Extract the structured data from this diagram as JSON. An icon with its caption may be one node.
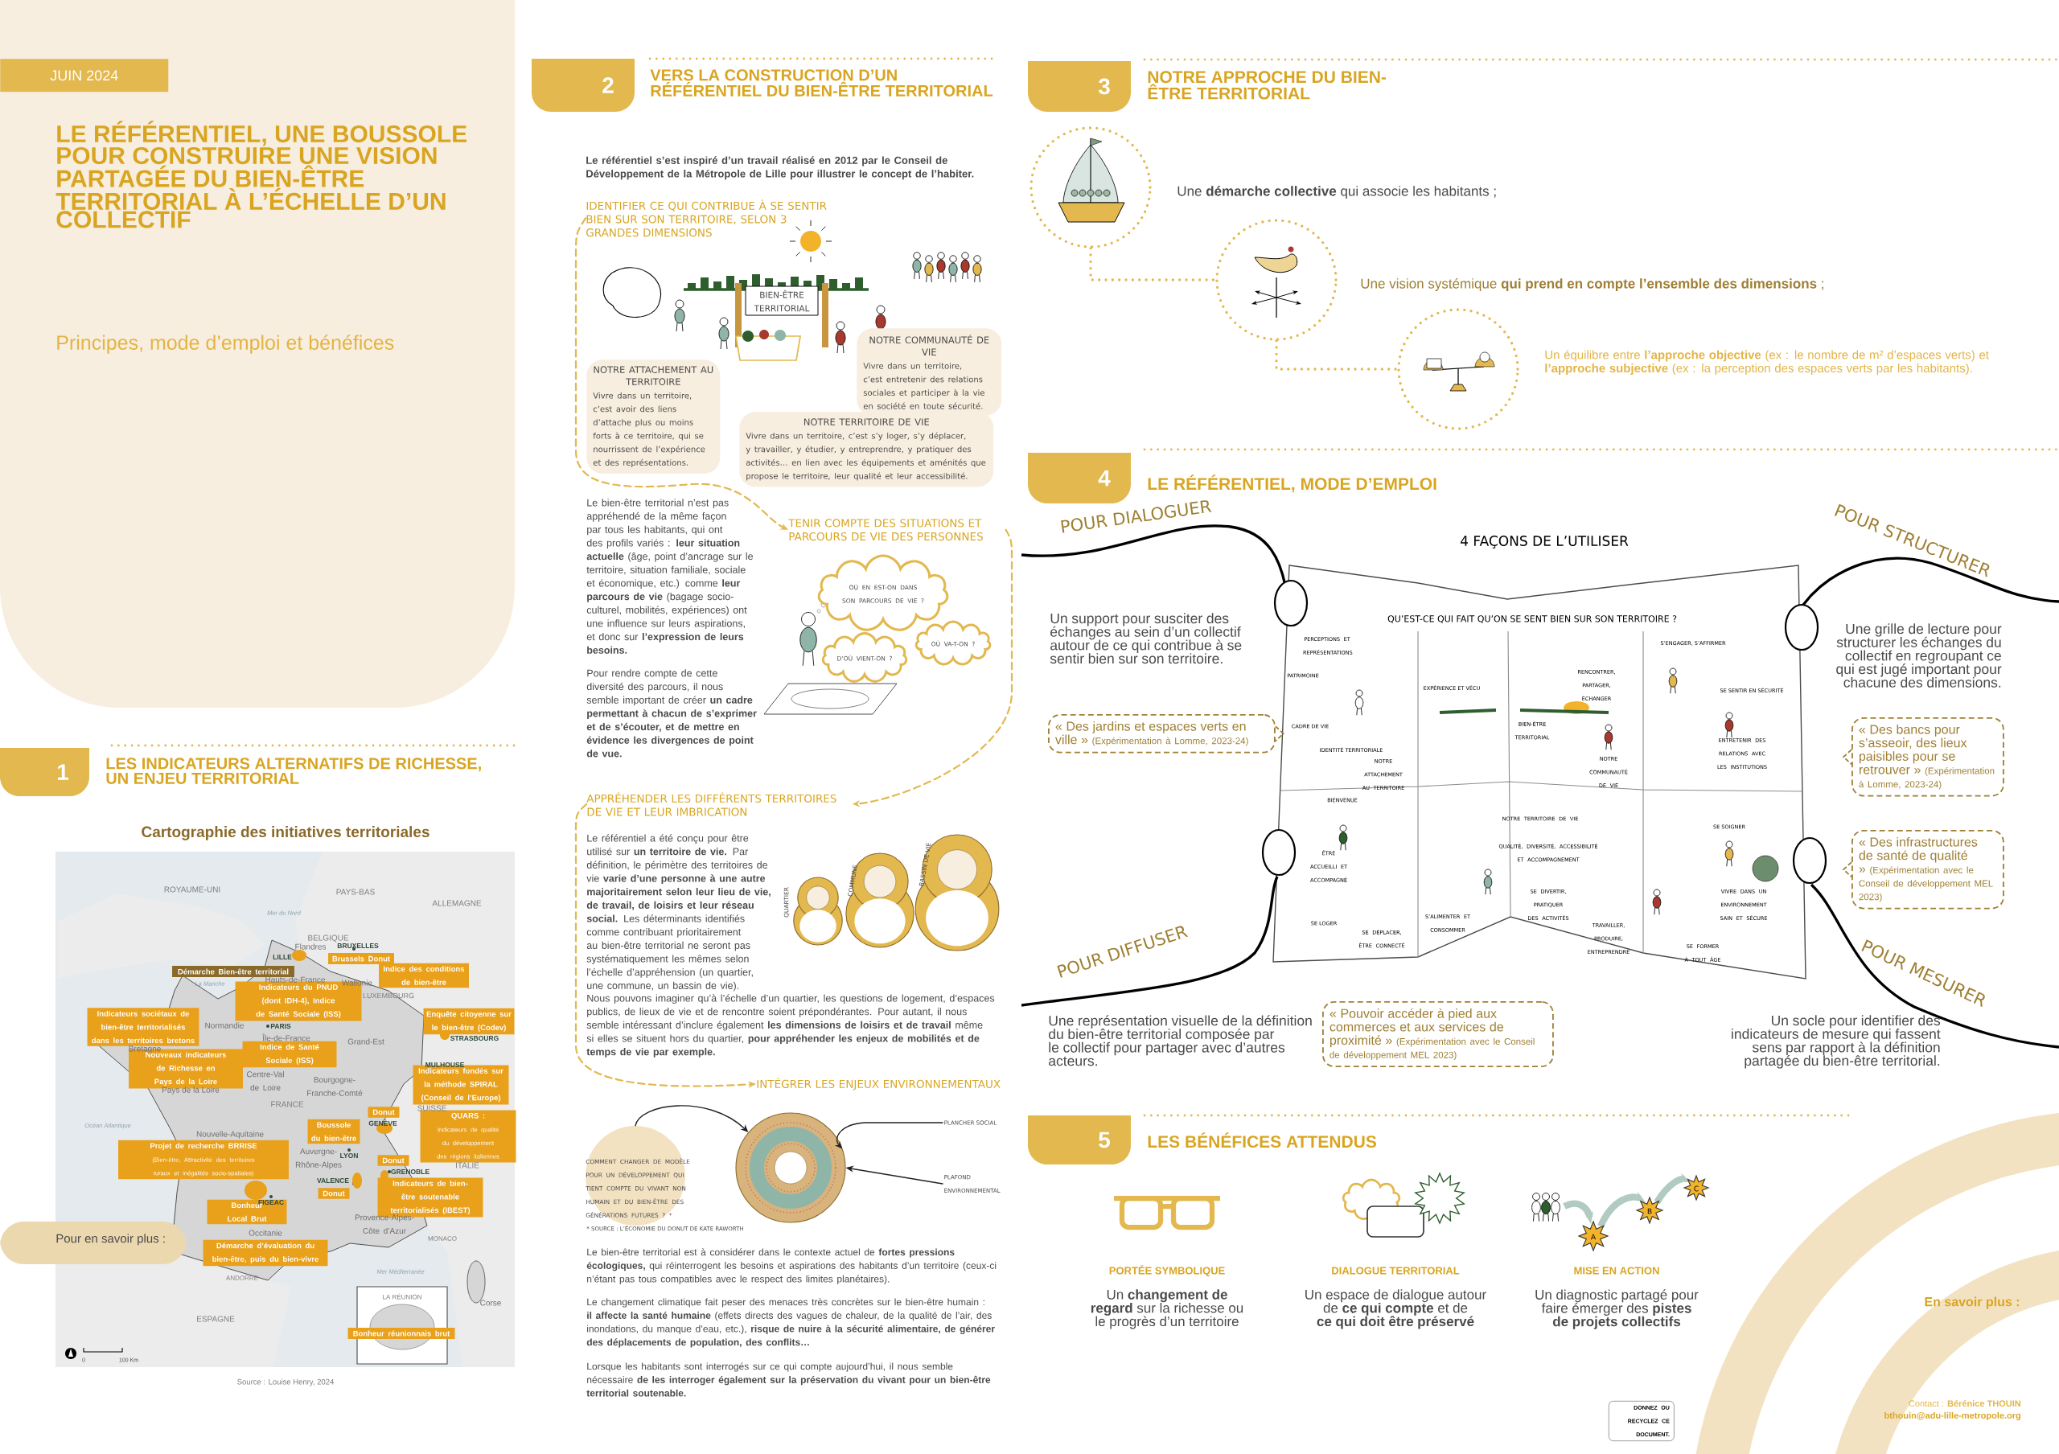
{
  "diagram": {
    "title": "LE RÉFÉRENTIEL, UNE BOUSSOLE POUR CONSTRUIRE UNE VISION PARTAGÉE DU BIEN-ÊTRE TERRITORIAL À L’ÉCHELLE D’UN COLLECTIF",
    "nodes": [
      {
        "text": [
          "JUIN 2024"
        ]
      },
      {
        "text": [
          "1",
          "LES INDICATEURS ALTERNATIFS DE RICHESSE, UN ENJEU TERRITORIAL"
        ]
      },
      {
        "text": [
          "Démarche Bien-être territorial"
        ]
      },
      {
        "text": [
          "Brussels Donut"
        ]
      },
      {
        "text": [
          "Indice des conditions de bien-être"
        ]
      },
      {
        "text": [
          "Indicateurs du PNUD (dont IDH-4), Indice de Santé Sociale (ISS)"
        ]
      },
      {
        "text": [
          "Indicateurs sociétaux de bien-être territorialisés dans les territoires bretons"
        ]
      },
      {
        "text": [
          "Enquête citoyenne sur le bien-être (Codev)"
        ]
      },
      {
        "text": [
          "Indice de Santé Sociale (ISS)"
        ]
      },
      {
        "text": [
          "Nouveaux indicateurs de Richesse en Pays de la Loire"
        ]
      },
      {
        "text": [
          "Indicateurs fondés sur la méthode SPIRAL (Conseil de l’Europe)"
        ]
      },
      {
        "text": [
          "Donut"
        ]
      },
      {
        "text": [
          "Boussole du bien-être"
        ]
      },
      {
        "text": [
          "QUARS :",
          "Indicateurs de qualité du développement des régions italiennes"
        ]
      },
      {
        "text": [
          "Projet de recherche BRRISE",
          "(Bien-être, Attractivité des territoires ruraux et inégalités socio-spatiales)"
        ]
      },
      {
        "text": [
          "Donut"
        ]
      },
      {
        "text": [
          "Indicateurs de bien-être soutenable territorialisés (IBEST)"
        ]
      },
      {
        "text": [
          "Donut"
        ]
      },
      {
        "text": [
          "Bonheur Local Brut"
        ]
      },
      {
        "text": [
          "Démarche d’évaluation du bien-être, puis du bien-vivre"
        ]
      },
      {
        "text": [
          "Bonheur réunionnais brut"
        ]
      },
      {
        "text": [
          "Pour en savoir plus :"
        ]
      },
      {
        "text": [
          "2",
          "VERS LA CONSTRUCTION D’UN RÉFÉRENTIEL DU BIEN-ÊTRE TERRITORIAL"
        ]
      },
      {
        "text": [
          "IDENTIFIER CE QUI CONTRIBUE À SE SENTIR BIEN SUR SON TERRITOIRE, SELON 3 GRANDES DIMENSIONS"
        ]
      },
      {
        "text": [
          "NOTRE ATTACHEMENT AU TERRITOIRE",
          "Vivre dans un territoire, c’est avoir des liens d’attache plus ou moins forts à ce territoire, qui se nourrissent de l’expérience et des représentations."
        ]
      },
      {
        "text": [
          "NOTRE COMMUNAUTÉ DE VIE",
          "Vivre dans un territoire, c’est entretenir des relations sociales et participer à la vie en société en toute sécurité."
        ]
      },
      {
        "text": [
          "NOTRE TERRITOIRE DE VIE",
          "Vivre dans un territoire, c’est s’y loger, s’y déplacer, y travailler, y étudier, y entreprendre, y pratiquer des activités… en lien avec les équipements et aménités que propose le territoire, leur qualité et leur accessibilité."
        ]
      },
      {
        "text": [
          "TENIR COMPTE DES SITUATIONS ET PARCOURS DE VIE DES PERSONNES"
        ]
      },
      {
        "text": [
          "OÙ EN EST-ON DANS SON PARCOURS DE VIE ?"
        ]
      },
      {
        "text": [
          "OÙ VA-T-ON ?"
        ]
      },
      {
        "text": [
          "D’OÙ VIENT-ON ?"
        ]
      },
      {
        "text": [
          "APPRÉHENDER LES DIFFÉRENTS TERRITOIRES DE VIE ET LEUR IMBRICATION"
        ]
      },
      {
        "text": [
          "INTÉGRER LES ENJEUX ENVIRONNEMENTAUX"
        ]
      },
      {
        "text": [
          "COMMENT CHANGER DE MODÈLE POUR UN DÉVELOPPEMENT QUI TIENT COMPTE DU VIVANT NON HUMAIN ET DU BIEN-ÊTRE DES GÉNÉRATIONS FUTURES ? *"
        ]
      },
      {
        "text": [],
        "shape": "picture"
      },
      {
        "text": [
          "PLANCHER SOCIAL"
        ]
      },
      {
        "text": [
          "PLAFOND ENVIRONNEMENTAL"
        ]
      },
      {
        "text": [
          "3",
          "NOTRE APPROCHE DU BIEN-ÊTRE TERRITORIAL"
        ]
      },
      {
        "text": [],
        "shape": "circle",
        "beside": [
          "Une **démarche collective** qui associe les habitants ;"
        ]
      },
      {
        "text": [],
        "shape": "circle",
        "beside": [
          "Une vision systémique **qui prend en compte l’ensemble des dimensions** ;"
        ]
      },
      {
        "text": [],
        "shape": "circle",
        "beside": [
          "Un équilibre entre **l’approche objective** (ex : le nombre de m² d’espaces verts) et **l’approche subjective** (ex : la perception des espaces verts par les habitants)."
        ]
      },
      {
        "text": [
          "4",
          "LE RÉFÉRENTIEL, MODE D’EMPLOI"
        ]
      },
      {
        "text": [
          "« Des jardins et espaces verts en ville »",
          "(Expérimentation à Lomme, 2023-24)"
        ]
      },
      {
        "text": [
          "« Des bancs pour s’asseoir, des lieux paisibles pour se retrouver »",
          "(Expérimentation à Lomme, 2023-24)"
        ]
      },
      {
        "text": [
          "« Des infrastructures de santé de qualité »",
          "(Expérimentation avec le Conseil de développement MEL 2023)"
        ]
      },
      {
        "text": [
          "« Pouvoir accéder à pied aux commerces et aux services de proximité »",
          "(Expérimentation avec le Conseil de développement MEL 2023)"
        ]
      },
      {
        "text": [
          "5",
          "LES BÉNÉFICES ATTENDUS"
        ]
      },
      {
        "text": [
          "DONNEZ OU RECYCLEZ CE DOCUMENT."
        ]
      }
    ],
    "edges": [
      {
        "from": 23,
        "to": 27,
        "arrow": "to",
        "style": "dashed"
      },
      {
        "from": 27,
        "to": 31,
        "arrow": "to",
        "style": "dashed"
      },
      {
        "from": 31,
        "to": 32,
        "arrow": "to",
        "style": "dashed"
      },
      {
        "from": 38,
        "to": 39,
        "arrow": "none",
        "style": "dashed"
      },
      {
        "from": 39,
        "to": 40,
        "arrow": "none",
        "style": "dashed"
      },
      {
        "from": 33,
        "to": 34,
        "arrow": "to",
        "color": "#222222"
      },
      {
        "from": 35,
        "to": 34,
        "arrow": "to",
        "color": "#222222"
      },
      {
        "from": 36,
        "to": 34,
        "arrow": "to",
        "color": "#222222"
      }
    ],
    "labels": [
      "Principes, mode d’emploi et bénéfices",
      "Cartographie des initiatives territoriales",
      "ROYAUME-UNI",
      "PAYS-BAS",
      "ALLEMAGNE",
      "Mer du Nord",
      "BELGIQUE",
      "Flandres",
      "BRUXELLES",
      "LILLE",
      "La Manche",
      "Hauts-de-France",
      "Wallonie",
      "LUXEMBOURG",
      "PARIS",
      "Normandie",
      "Île-de-France",
      "STRASBOURG",
      "Grand-Est",
      "Bretagne",
      "MULHOUSE",
      "Centre-Val de Loire",
      "Bourgogne-Franche-Comté",
      "Pays de la Loire",
      "FRANCE",
      "SUISSE",
      "Océan Atlantique",
      "GENÈVE",
      "Nouvelle-Aquitaine",
      "LYON",
      "Auvergne-Rhône-Alpes",
      "ITALIE",
      "GRENOBLE",
      "VALENCE",
      "FIGEAC",
      "Provence-Alpes-Côte d’Azur",
      "MONACO",
      "Occitanie",
      "Mer Méditerranée",
      "ANDORRE",
      "Corse",
      "ESPAGNE",
      "LA RÉUNION",
      "0",
      "100 Km",
      "Source : Louise Henry, 2024",
      "Le référentiel s’est inspiré d’un travail réalisé en 2012 par le Conseil de Développement de la Métropole de Lille pour illustrer le concept de l’habiter.",
      "BIEN-ÊTRE TERRITORIAL",
      "Le bien-être territorial n’est pas appréhendé de la même façon par tous les habitants, qui ont des profils variés : **leur situation actuelle** (âge, point d’ancrage sur le territoire, situation familiale, sociale et économique, etc.) comme **leur parcours de vie** (bagage socio-culturel, mobilités, expériences) ont une influence sur leurs aspirations, et donc sur **l’expression de leurs besoins.**",
      "Pour rendre compte de cette diversité des parcours, il nous semble important de créer **un cadre permettant à chacun de s’exprimer et de s’écouter, et de mettre en évidence les divergences de point de vue.**",
      "Le référentiel a été conçu pour être utilisé sur **un territoire de vie.** Par définition, le périmètre des territoires de vie **varie d’une personne à une autre majoritairement selon leur lieu de vie, de travail, de loisirs et leur réseau social.** Les déterminants identifiés comme contribuant prioritairement au bien-être territorial ne seront pas systématiquement les mêmes selon l’échelle d’appréhension (un quartier, une commune, un bassin de vie).",
      "QUARTIER",
      "COMMUNE",
      "BASSIN DE VIE",
      "Nous pouvons imaginer qu’à l’échelle d’un quartier, les questions de logement, d’espaces publics, de lieux de vie et de rencontre soient prépondérantes. Pour autant, il nous semble intéressant d’inclure également **les dimensions de loisirs et de travail** même si elles se situent hors du quartier, **pour appréhender les enjeux de mobilités et de temps de vie par exemple.**",
      "* SOURCE : L’ÉCONOMIE DU DONUT DE KATE RAWORTH",
      "Le bien-être territorial est à considérer dans le contexte actuel de **fortes pressions écologiques,** qui réinterrogent les besoins et aspirations des habitants d’un territoire (ceux-ci n’étant pas tous compatibles avec le respect des limites planétaires).",
      "Le changement climatique fait peser des menaces très concrètes sur le bien-être humain : **il affecte la santé humaine** (effets directs des vagues de chaleur, de la qualité de l’air, des inondations, du manque d’eau, etc.), **risque de nuire à la sécurité alimentaire, de générer des déplacements de population, des conflits…**",
      "Lorsque les habitants sont interrogés sur ce qui compte aujourd’hui, il nous semble nécessaire **de les interroger également sur la préservation du vivant pour un bien-être territorial soutenable.**",
      "POUR DIALOGUER",
      "4 FAÇONS DE L’UTILISER",
      "POUR STRUCTURER",
      "QU’EST-CE QUI FAIT QU’ON SE SENT BIEN SUR SON TERRITOIRE ?",
      "PERCEPTIONS ET REPRÉSENTATIONS",
      "S’ENGAGER, S’AFFIRMER",
      "PATRIMOINE",
      "EXPÉRIENCE ET VÉCU",
      "RENCONTRER, PARTAGER, ÉCHANGER",
      "SE SENTIR EN SÉCURITÉ",
      "CADRE DE VIE",
      "BIEN-ÊTRE TERRITORIAL",
      "IDENTITÉ TERRITORIALE",
      "ENTRETENIR DES RELATIONS AVEC LES INSTITUTIONS",
      "NOTRE ATTACHEMENT AU TERRITOIRE",
      "NOTRE COMMUNAUTÉ DE VIE",
      "BIENVENUE",
      "NOTRE TERRITOIRE DE VIE",
      "SE SOIGNER",
      "QUALITÉ, DIVERSITÉ, ACCESSIBILITÉ ET ACCOMPAGNEMENT",
      "ÊTRE ACCUEILLI ET ACCOMPAGNÉ",
      "SE DIVERTIR, PRATIQUER DES ACTIVITÉS",
      "VIVRE DANS UN ENVIRONNEMENT SAIN ET SÉCURE",
      "SE LOGER",
      "S’ALIMENTER ET CONSOMMER",
      "SE DÉPLACER, ÊTRE CONNECTÉ",
      "TRAVAILLER, PRODUIRE, ENTREPRENDRE",
      "SE FORMER À TOUT ÂGE",
      "Un support pour susciter des échanges au sein d’un collectif autour de ce qui contribue à se sentir bien sur son territoire.",
      "Une grille de lecture pour structurer les échanges du collectif en regroupant ce qui est jugé important pour chacune des dimensions.",
      "POUR DIFFUSER",
      "POUR MESURER",
      "Une représentation visuelle de la définition du bien-être territorial composée par le collectif pour partager avec d’autres acteurs.",
      "Un socle pour identifier des indicateurs de mesure qui fassent sens par rapport à la définition partagée du bien-être territorial.",
      "A",
      "B",
      "C",
      "PORTÉE SYMBOLIQUE",
      "DIALOGUE TERRITORIAL",
      "MISE EN ACTION",
      "Un **changement de regard** sur la richesse ou le progrès d’un territoire",
      "Un espace de dialogue autour de **ce qui compte** et de **ce qui doit être préservé**",
      "Un diagnostic partagé pour faire émerger des **pistes de projets collectifs**",
      "En savoir plus :",
      "Contact : **Bérénice THOUIN**",
      "bthouin@adu-lille-metropole.org"
    ]
  }
}
